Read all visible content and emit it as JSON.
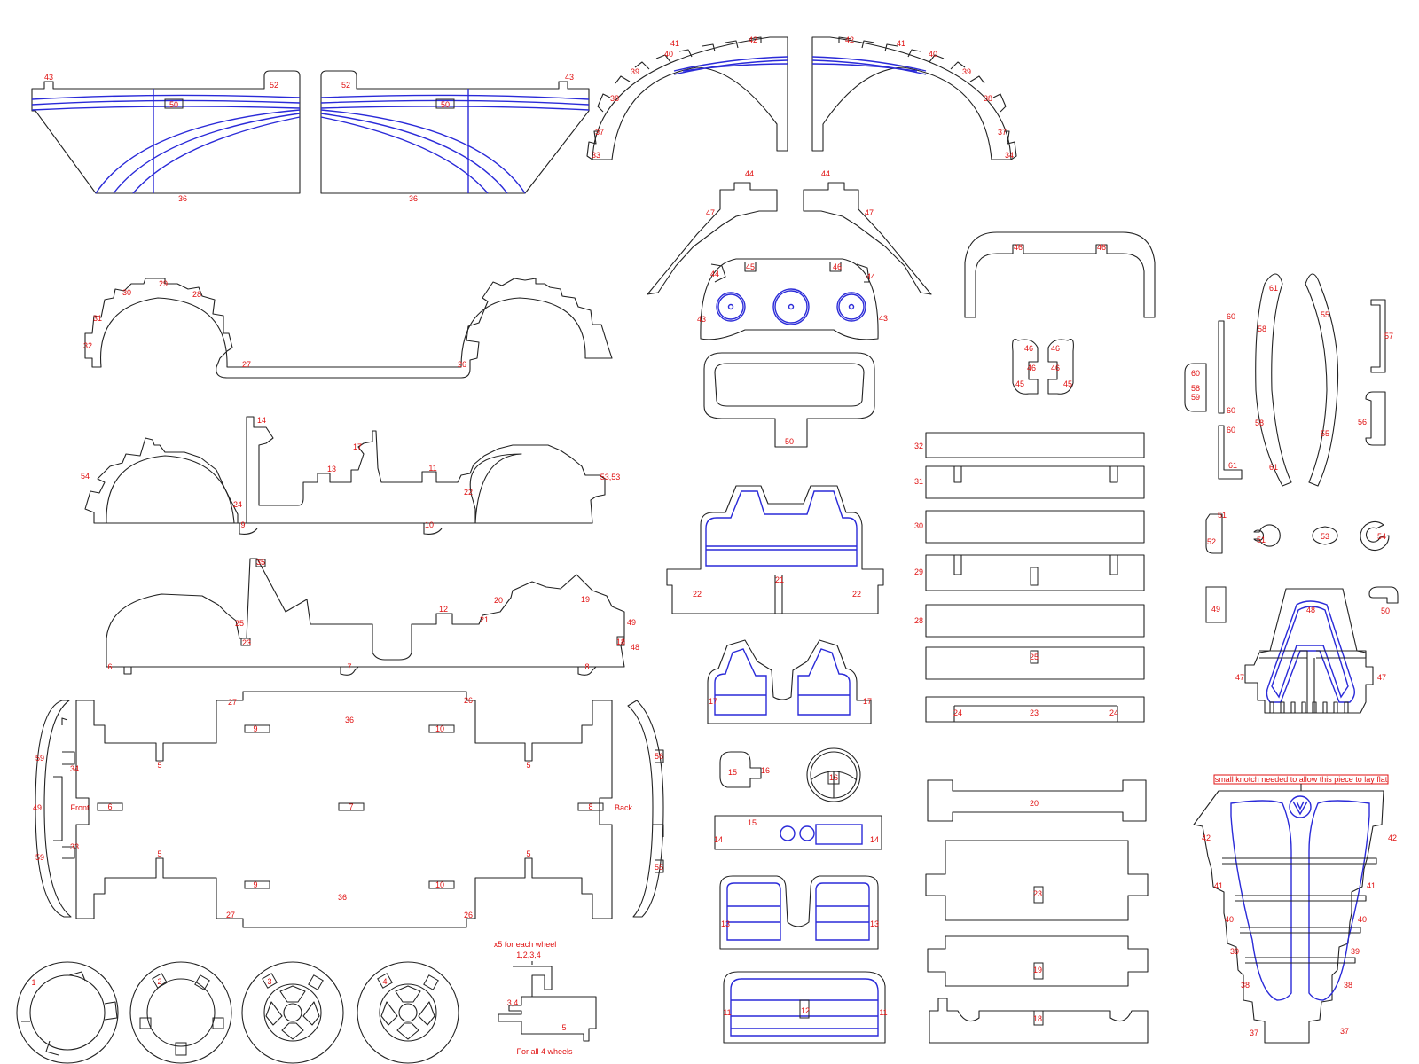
{
  "colors": {
    "cut": "#222222",
    "etch": "#2a2ad8",
    "label": "#e01010"
  },
  "notes": {
    "wheel_count": "x5 for each wheel",
    "wheel_parts": "1,2,3,4",
    "axle_label": "3,4",
    "axle_tab": "5",
    "all_wheels": "For all 4 wheels",
    "knotch": "small knotch needed to allow this piece to lay flat",
    "front": "Front",
    "back": "Back"
  },
  "roof_panel_left": {
    "labels": [
      "43",
      "52",
      "50",
      "36"
    ]
  },
  "roof_panel_right": {
    "labels": [
      "52",
      "43",
      "50",
      "36"
    ]
  },
  "arch_left": {
    "labels": [
      "42",
      "41",
      "40",
      "39",
      "38",
      "37",
      "33"
    ]
  },
  "arch_right": {
    "labels": [
      "42",
      "41",
      "40",
      "39",
      "38",
      "37",
      "34"
    ]
  },
  "fender_profile": {
    "labels": [
      "29",
      "30",
      "28",
      "31",
      "32",
      "27",
      "26"
    ]
  },
  "body_side_upper": {
    "labels": [
      "14",
      "17",
      "13",
      "11",
      "54",
      "24",
      "22",
      "53,53",
      "9",
      "10"
    ]
  },
  "body_side_lower": {
    "labels": [
      "35",
      "23",
      "12",
      "20",
      "19",
      "25",
      "21",
      "49",
      "18",
      "48",
      "6",
      "7",
      "8"
    ]
  },
  "floor_pan": {
    "labels": [
      "27",
      "26",
      "36",
      "9",
      "10",
      "5",
      "5",
      "6",
      "7",
      "8",
      "5",
      "5",
      "9",
      "10",
      "27",
      "36",
      "26"
    ]
  },
  "side_rails_left": {
    "labels": [
      "59",
      "34",
      "49",
      "33",
      "59"
    ]
  },
  "side_rails_right": {
    "labels": [
      "56",
      "55"
    ]
  },
  "dashboard_wings": {
    "labels": [
      "44",
      "44",
      "47",
      "47"
    ]
  },
  "dashboard": {
    "labels": [
      "44",
      "45",
      "46",
      "44",
      "43",
      "43",
      "50"
    ]
  },
  "bumper_arch": {
    "labels": [
      "46",
      "46"
    ]
  },
  "clips": {
    "labels": [
      "46",
      "46",
      "46",
      "46",
      "45",
      "45"
    ]
  },
  "cross_members": {
    "labels": [
      "32",
      "31",
      "30",
      "29",
      "28",
      "25",
      "24",
      "23",
      "24"
    ]
  },
  "rear_seat": {
    "labels": [
      "22",
      "21",
      "22"
    ]
  },
  "front_seats": {
    "labels": [
      "17",
      "17"
    ]
  },
  "steering": {
    "labels": [
      "15",
      "16",
      "16",
      "15",
      "14",
      "14"
    ]
  },
  "vent_panel": {
    "labels": [
      "13",
      "13"
    ]
  },
  "grille_panel": {
    "labels": [
      "11",
      "12",
      "11"
    ]
  },
  "lower_cross": {
    "labels": [
      "20",
      "23",
      "19",
      "18"
    ]
  },
  "side_strips": {
    "labels": [
      "60",
      "61",
      "58",
      "58",
      "61",
      "55",
      "57",
      "60",
      "58",
      "59",
      "60",
      "60",
      "55",
      "56",
      "61"
    ]
  },
  "small_parts": {
    "labels": [
      "51",
      "52",
      "51",
      "53",
      "54",
      "49",
      "50"
    ]
  },
  "engine_lid": {
    "labels": [
      "48",
      "47",
      "47"
    ]
  },
  "front_hood": {
    "labels": [
      "42",
      "42",
      "41",
      "41",
      "40",
      "40",
      "39",
      "39",
      "38",
      "38",
      "37",
      "37"
    ]
  },
  "wheels": {
    "labels": [
      "1",
      "2",
      "3",
      "4"
    ]
  }
}
